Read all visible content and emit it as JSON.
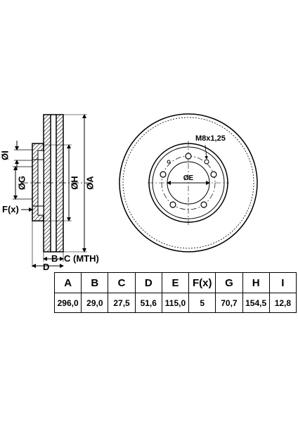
{
  "labels": {
    "I": "ØI",
    "G": "ØG",
    "H": "ØH",
    "A": "ØA",
    "F": "F(x)",
    "B": "B",
    "C": "C (MTH)",
    "D": "D",
    "E": "ØE",
    "bolt": "M8x1,25"
  },
  "table": {
    "headers": [
      "A",
      "B",
      "C",
      "D",
      "E",
      "F(x)",
      "G",
      "H",
      "I"
    ],
    "values": [
      "296,0",
      "29,0",
      "27,5",
      "51,6",
      "115,0",
      "5",
      "70,7",
      "154,5",
      "12,8"
    ]
  }
}
